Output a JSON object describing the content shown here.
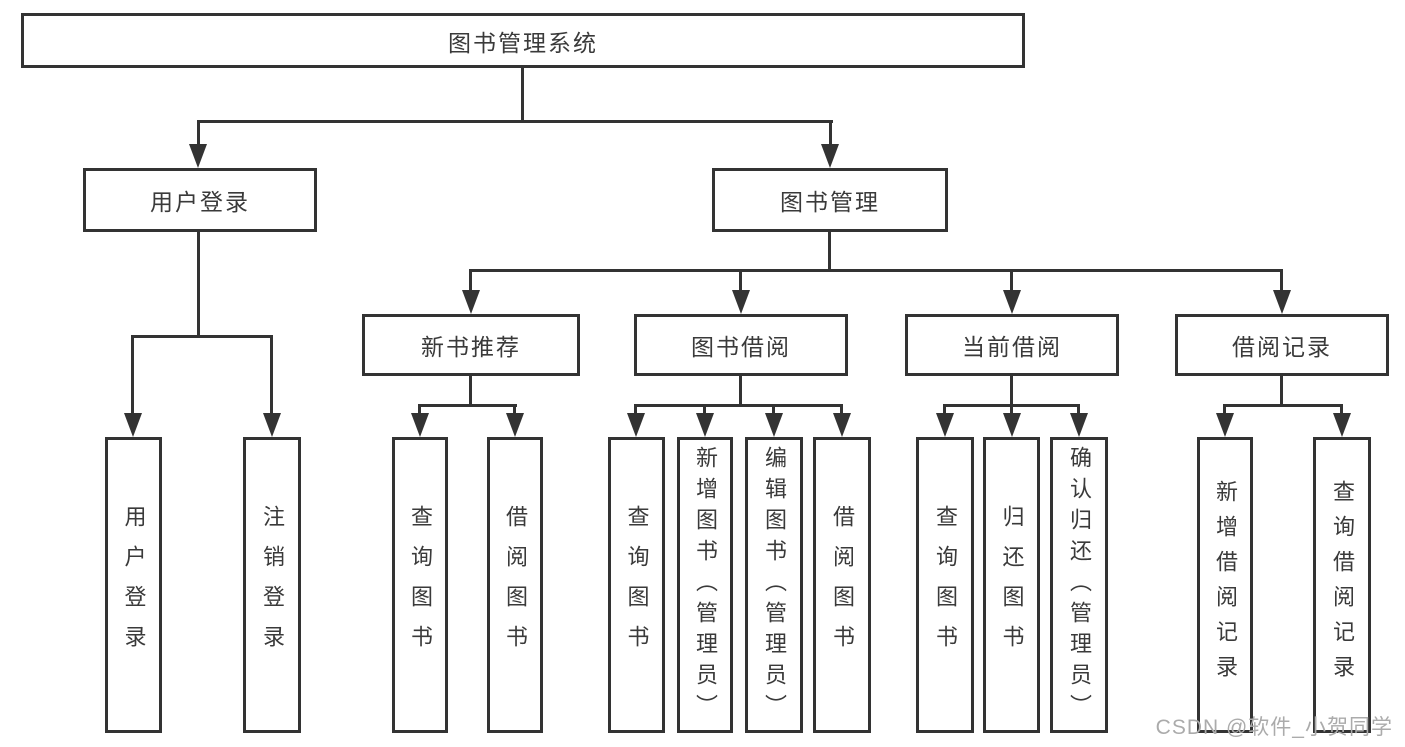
{
  "tree": {
    "root": "图书管理系统",
    "branches": [
      {
        "label": "用户登录",
        "leaves": [
          "用户登录",
          "注销登录"
        ]
      },
      {
        "label": "图书管理",
        "groups": [
          {
            "label": "新书推荐",
            "leaves": [
              "查询图书",
              "借阅图书"
            ]
          },
          {
            "label": "图书借阅",
            "leaves": [
              "查询图书",
              "新增图书（管理员）",
              "编辑图书（管理员）",
              "借阅图书"
            ]
          },
          {
            "label": "当前借阅",
            "leaves": [
              "查询图书",
              "归还图书",
              "确认归还（管理员）"
            ]
          },
          {
            "label": "借阅记录",
            "leaves": [
              "新增借阅记录",
              "查询借阅记录"
            ]
          }
        ]
      }
    ]
  },
  "watermark": {
    "text": "CSDN @软件_小贺同学"
  },
  "colors": {
    "line": "#333333",
    "text": "#3a3a3a",
    "watermark": "#ababab",
    "background": "#ffffff"
  }
}
